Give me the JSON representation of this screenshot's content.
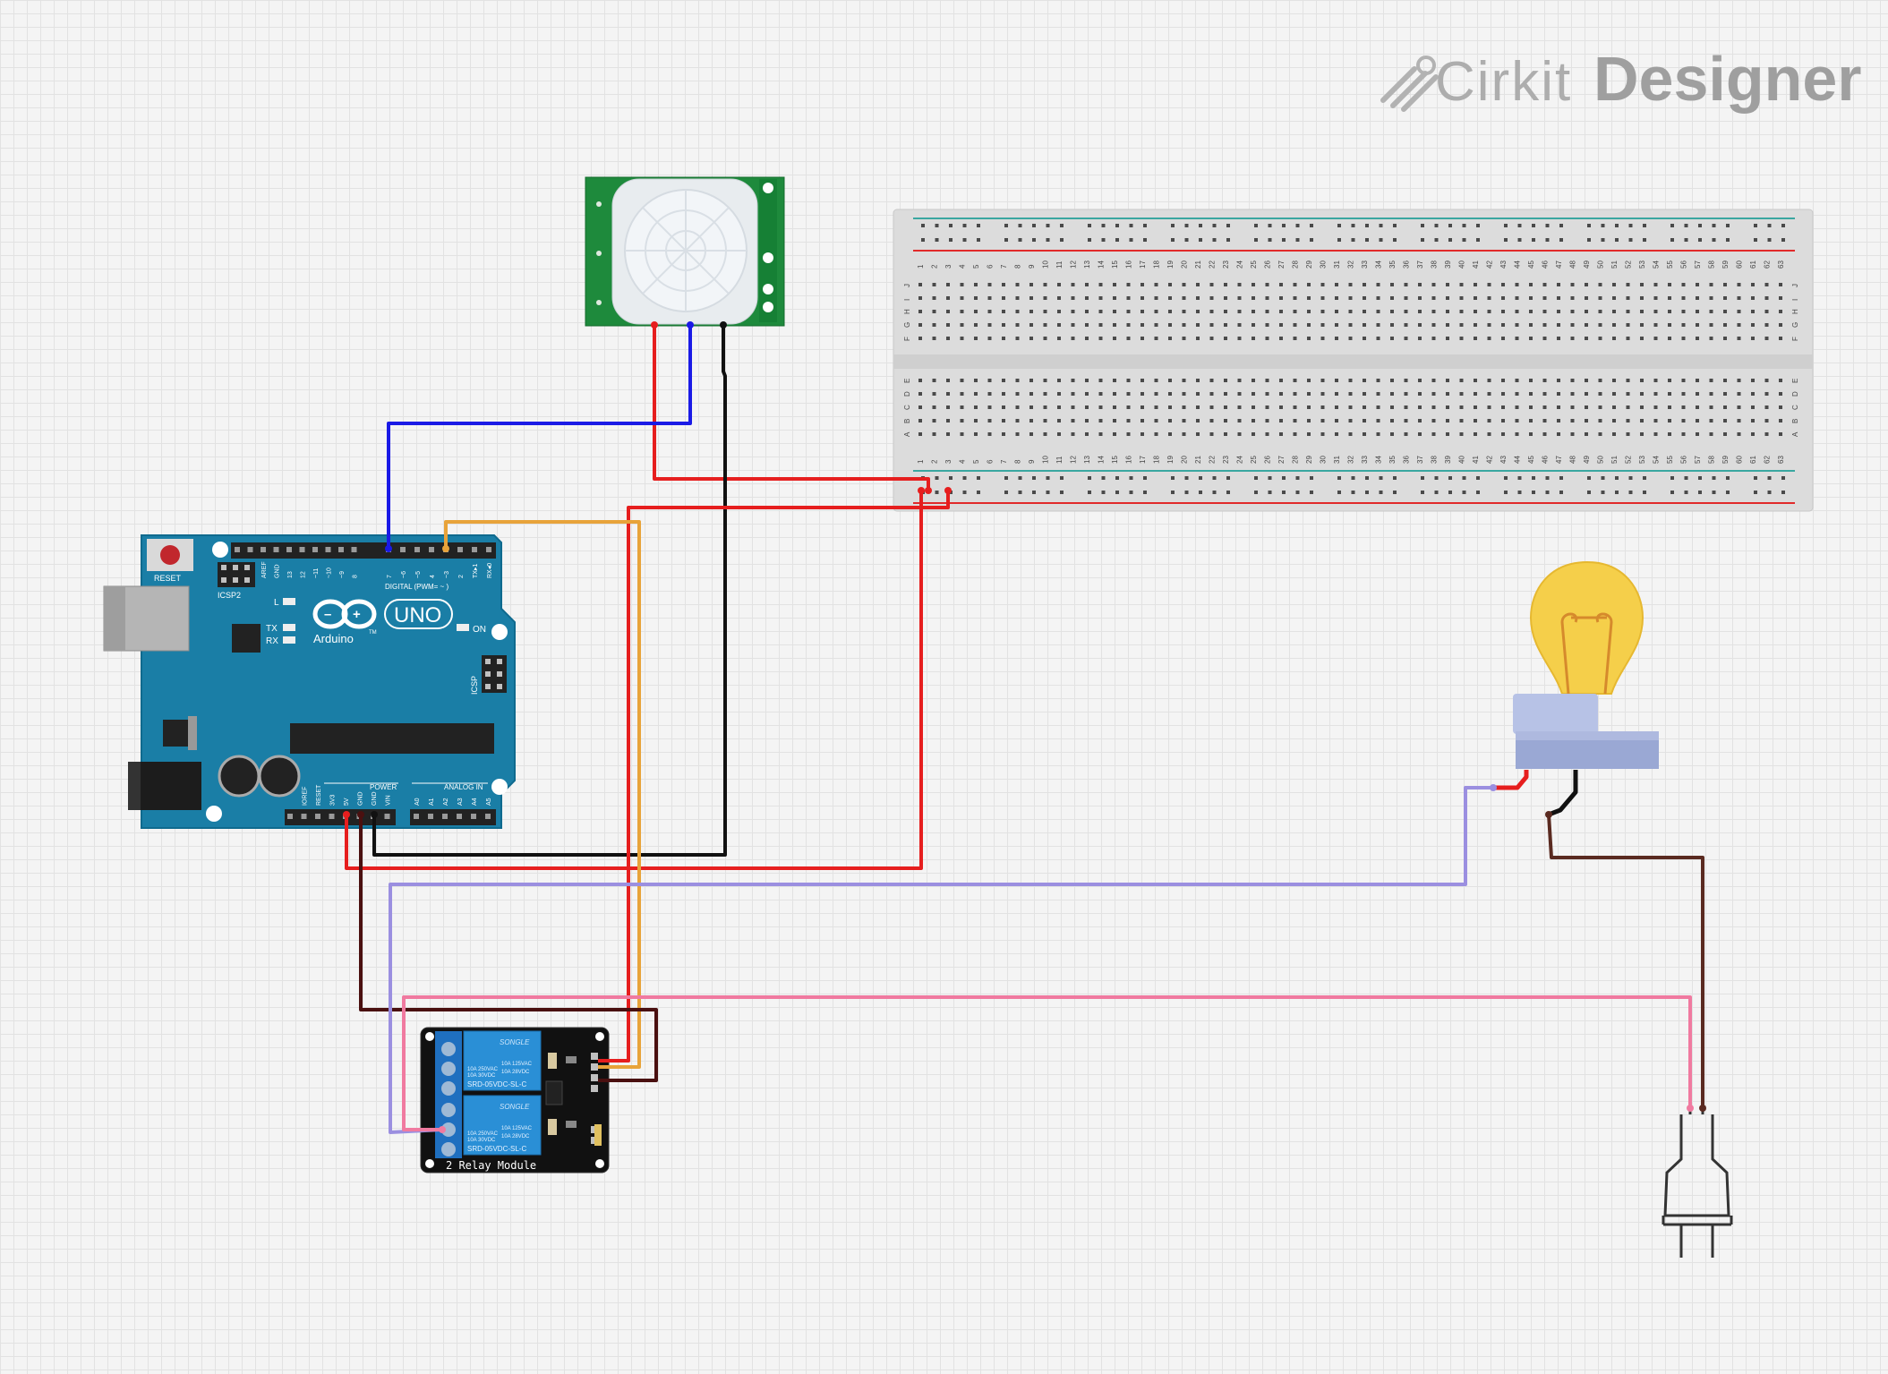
{
  "branding": {
    "name_light": "Cirkit",
    "name_bold": "Designer",
    "logo_icon": "cirkit-logo-icon",
    "colors": {
      "text": "#a9a9a9"
    }
  },
  "arduino": {
    "reset_label": "RESET",
    "icsp2_label": "ICSP2",
    "icsp_label": "ICSP",
    "l_label": "L",
    "tx_label": "TX",
    "rx_label": "RX",
    "on_label": "ON",
    "logo_text": "Arduino",
    "model_text": "UNO",
    "tm": "TM",
    "digital_label": "DIGITAL (PWM= ~ )",
    "power_label": "POWER",
    "analog_label": "ANALOG IN",
    "top_pin_labels": [
      "AREF",
      "GND",
      "13",
      "12",
      "~11",
      "~10",
      "~9",
      "8",
      "7",
      "~6",
      "~5",
      "4",
      "~3",
      "2",
      "TX▸1",
      "RX◂0"
    ],
    "power_pin_labels": [
      "IOREF",
      "RESET",
      "3V3",
      "5V",
      "GND",
      "GND",
      "VIN"
    ],
    "analog_pin_labels": [
      "A0",
      "A1",
      "A2",
      "A3",
      "A4",
      "A5"
    ],
    "colors": {
      "board": "#1a7ea6",
      "board_edge": "#0f6a8e"
    }
  },
  "relay": {
    "title": "2 Relay Module",
    "brand": "SONGLE",
    "ratings": [
      "10A 250VAC",
      "10A 125VAC",
      "10A 30VDC",
      "10A 28VDC"
    ],
    "model": "SRD-05VDC-SL-C"
  },
  "breadboard": {
    "columns": 63,
    "row_letters_top": [
      "J",
      "I",
      "H",
      "G",
      "F"
    ],
    "row_letters_bottom": [
      "E",
      "D",
      "C",
      "B",
      "A"
    ]
  },
  "components": {
    "pir": "pir-motion-sensor",
    "bulb": "light-bulb",
    "plug": "ac-power-plug"
  },
  "wire_colors": {
    "red": "#e61e1e",
    "blue": "#1a1ae6",
    "black": "#111111",
    "orange": "#e8a33a",
    "darkred": "#4a1010",
    "lavender": "#9b8fe0",
    "pink": "#f07aa0",
    "brown": "#5a2a20"
  }
}
